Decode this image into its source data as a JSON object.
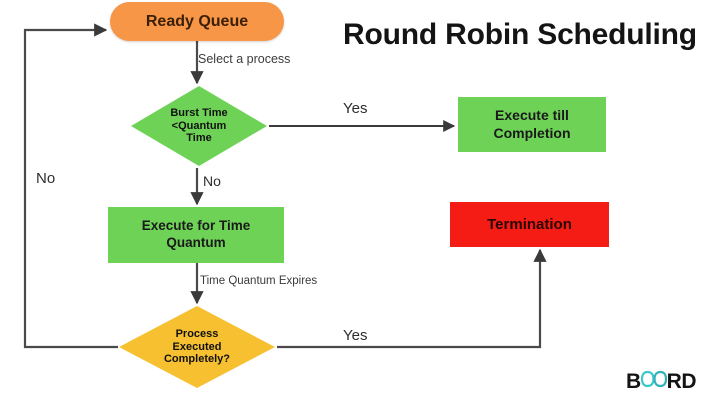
{
  "title": "Round Robin Scheduling",
  "diagram": {
    "type": "flowchart",
    "nodes": [
      {
        "id": "ready-queue",
        "label": "Ready Queue",
        "shape": "pill",
        "color": "#f79646"
      },
      {
        "id": "burst-diamond",
        "label": "Burst Time <Quantum Time",
        "shape": "diamond",
        "color": "#6ed257"
      },
      {
        "id": "execute-till-completion",
        "label": "Execute till Completion",
        "shape": "rect",
        "color": "#6ed257"
      },
      {
        "id": "execute-for-quantum",
        "label": "Execute for Time Quantum",
        "shape": "rect",
        "color": "#6ed257"
      },
      {
        "id": "process-diamond",
        "label": "Process Executed Completely?",
        "shape": "diamond",
        "color": "#f7c030"
      },
      {
        "id": "termination",
        "label": "Termination",
        "shape": "rect",
        "color": "#f41c14"
      }
    ],
    "node_labels": {
      "ready_queue": "Ready Queue",
      "burst_line1": "Burst Time",
      "burst_line2": "<Quantum",
      "burst_line3": "Time",
      "execute_till_line1": "Execute till",
      "execute_till_line2": "Completion",
      "execute_quantum_line1": "Execute for Time",
      "execute_quantum_line2": "Quantum",
      "process_line1": "Process",
      "process_line2": "Executed",
      "process_line3": "Completely?",
      "termination": "Termination"
    },
    "edge_labels": {
      "select_process": "Select a process",
      "no_down": "No",
      "no_left": "No",
      "yes_top": "Yes",
      "yes_bottom": "Yes",
      "time_quantum_expires": "Time Quantum Expires"
    }
  },
  "logo": {
    "text_left": "B",
    "text_right": "RD",
    "mark": "infinity-mark",
    "mark_color": "#3cc8c8"
  },
  "colors": {
    "orange": "#f79646",
    "green": "#6ed257",
    "yellow": "#f7c030",
    "red": "#f41c14",
    "edge": "#4a4a4a",
    "text": "#141414"
  }
}
